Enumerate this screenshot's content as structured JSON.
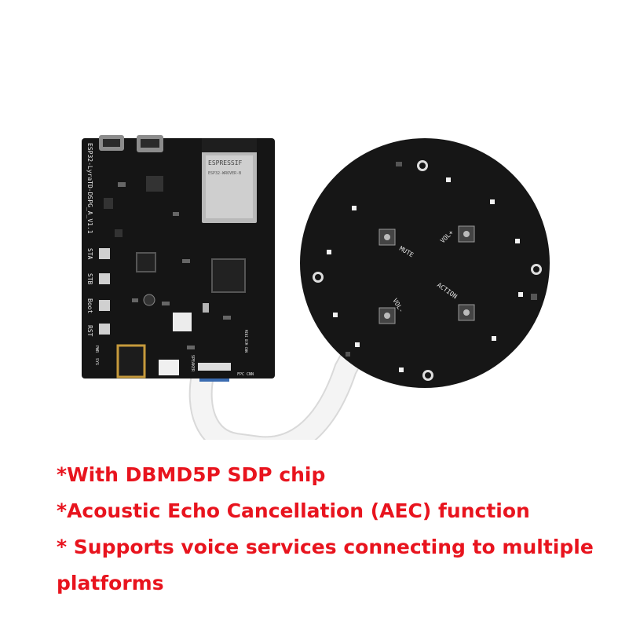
{
  "board_labels": {
    "module_brand": "ESPRESSIF",
    "module_model": "ESP32-WROVER-B",
    "board_name": "ESP32-LyraTD-DSPG_A_V1.1",
    "sta": "STA",
    "stb": "STB",
    "boot": "Boot",
    "rst": "RST",
    "pwr": "PWR",
    "sys": "SYS",
    "speaker": "SPEAKER",
    "fpc_cnn": "FPC CNN",
    "mini_dim_cnn": "MINI DIM CNN"
  },
  "mic_board_labels": {
    "mute": "MUTE",
    "vol_plus": "VOL+",
    "vol_minus": "VOL-",
    "action": "ACTION"
  },
  "caption": {
    "line1": "*With DBMD5P SDP chip",
    "line2": "*Acoustic Echo Cancellation (AEC) function",
    "line3": "* Supports voice services connecting to multiple",
    "line4": "platforms"
  },
  "colors": {
    "caption_text": "#e8141e",
    "pcb": "#141414",
    "silkscreen": "#e6e6e6",
    "ribbon_cable": "#f2f2f2"
  }
}
